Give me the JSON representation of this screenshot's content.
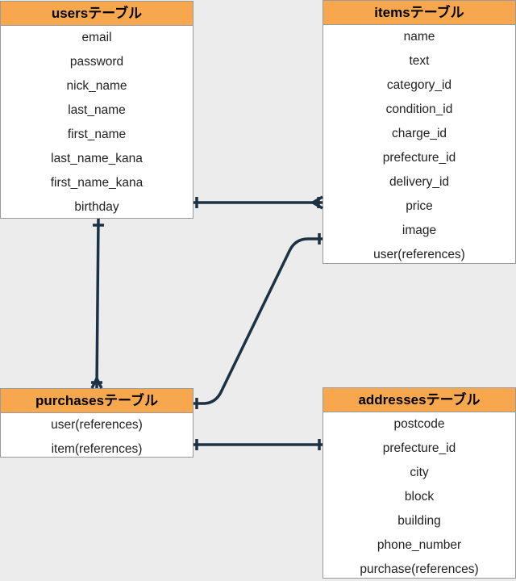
{
  "entities": {
    "users": {
      "title": "usersテーブル",
      "fields": [
        "email",
        "password",
        "nick_name",
        "last_name",
        "first_name",
        "last_name_kana",
        "first_name_kana",
        "birthday"
      ]
    },
    "items": {
      "title": "itemsテーブル",
      "fields": [
        "name",
        "text",
        "category_id",
        "condition_id",
        "charge_id",
        "prefecture_id",
        "delivery_id",
        "price",
        "image",
        "user(references)"
      ]
    },
    "purchases": {
      "title": "purchasesテーブル",
      "fields": [
        "user(references)",
        "item(references)"
      ]
    },
    "addresses": {
      "title": "addressesテーブル",
      "fields": [
        "postcode",
        "prefecture_id",
        "city",
        "block",
        "building",
        "phone_number",
        "purchase(references)"
      ]
    }
  },
  "relationships": [
    {
      "from": "users",
      "from_end": "one",
      "to": "items",
      "to_end": "many"
    },
    {
      "from": "users",
      "from_end": "one",
      "to": "purchases",
      "to_end": "many"
    },
    {
      "from": "items",
      "from_end": "one",
      "to": "purchases",
      "to_end": "one"
    },
    {
      "from": "purchases",
      "from_end": "one",
      "to": "addresses",
      "to_end": "one"
    }
  ],
  "colors": {
    "background": "#ececec",
    "header": "#f7a84e",
    "entity_body": "#ffffff",
    "border": "#9a9a9a",
    "connector": "#1c3244"
  }
}
